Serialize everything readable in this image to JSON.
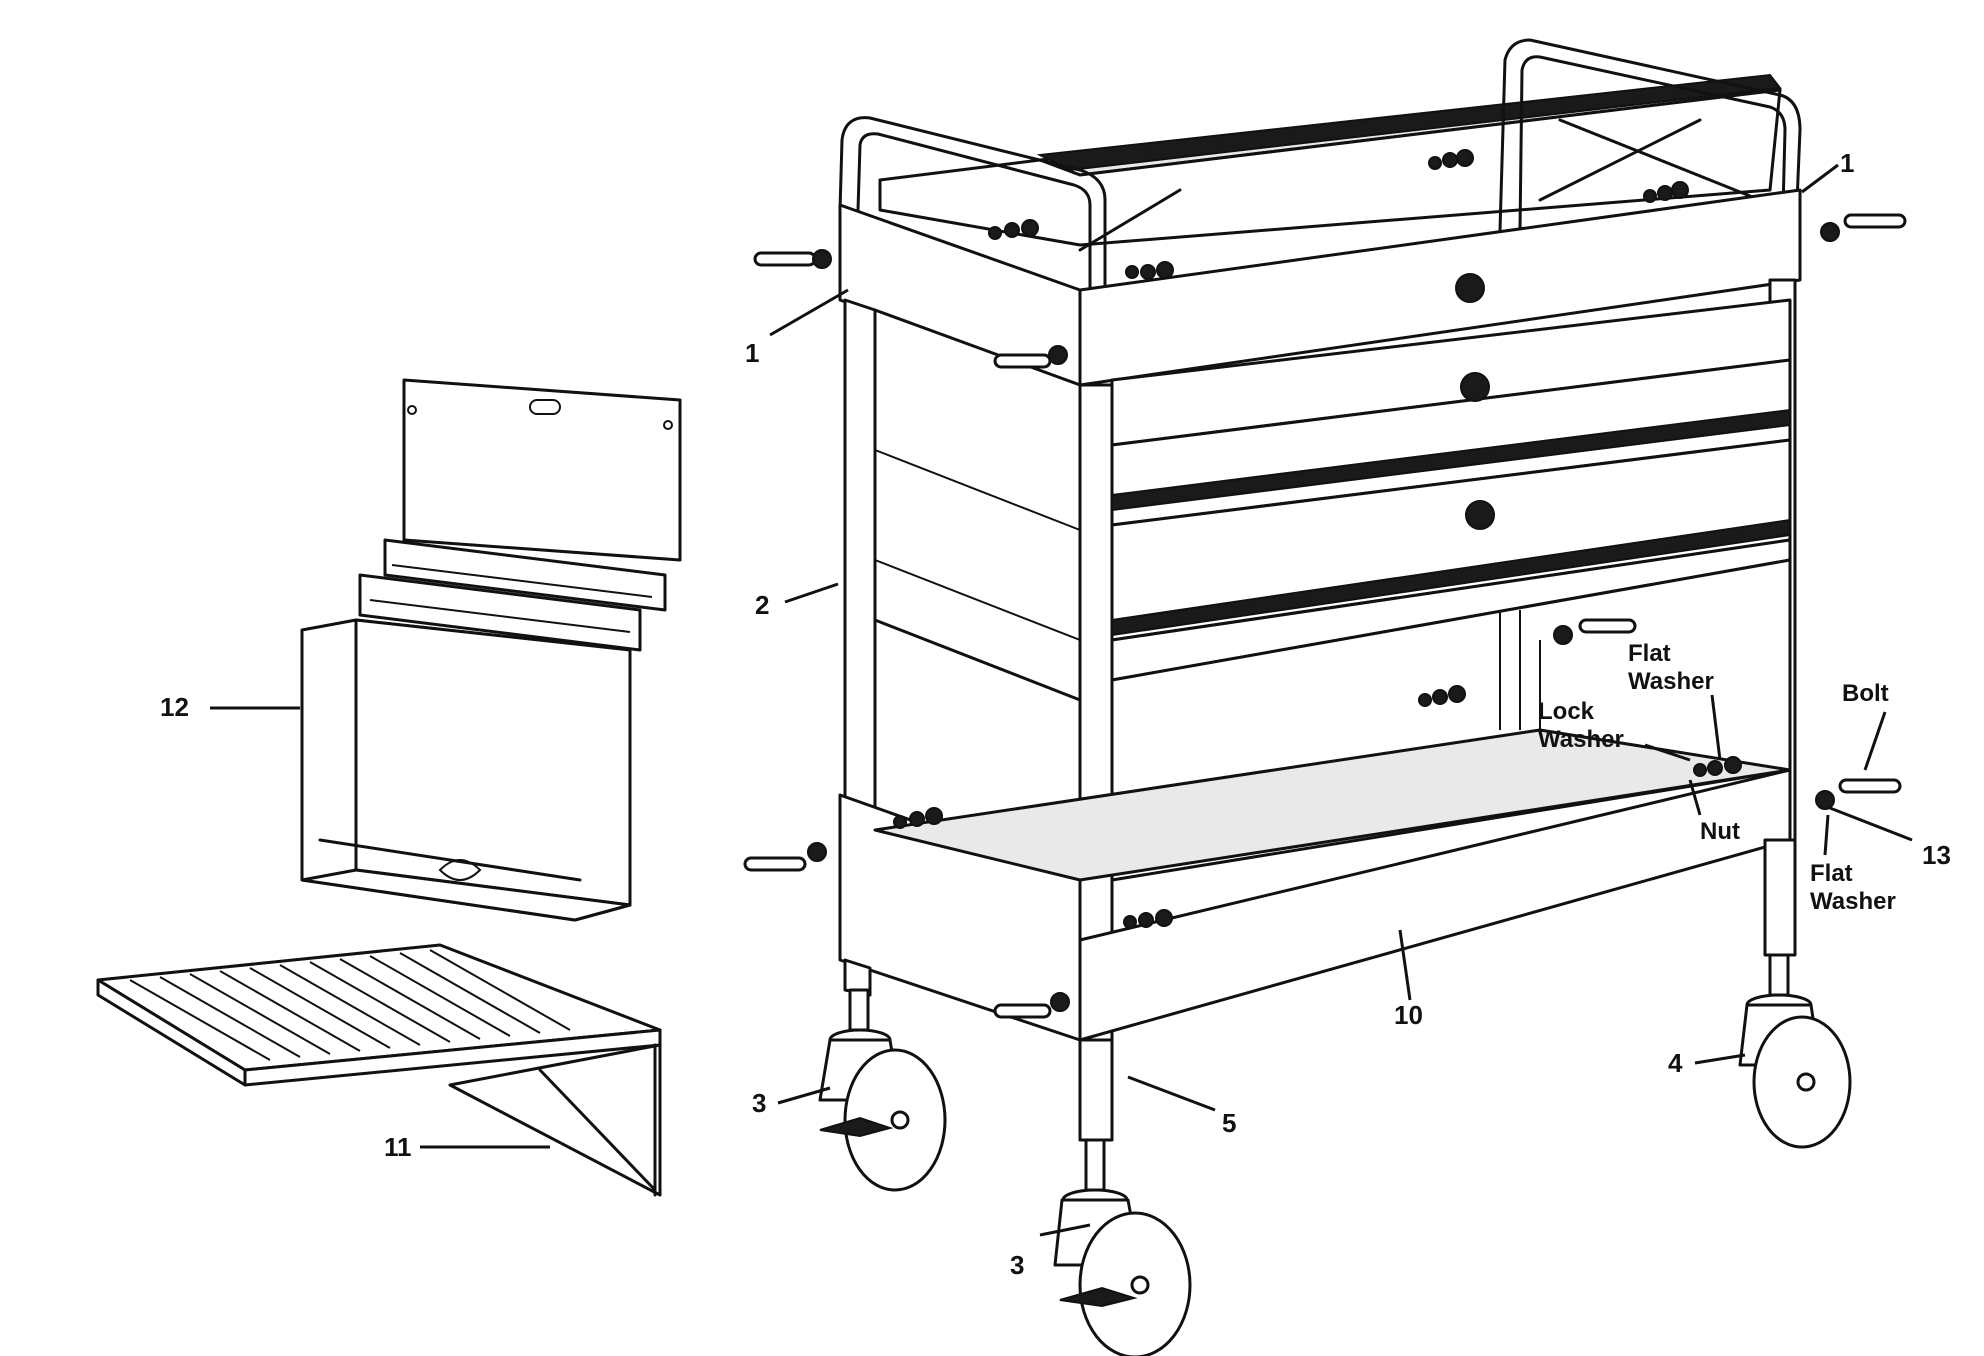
{
  "callouts": {
    "p1_left": "1",
    "p1_right": "1",
    "p2": "2",
    "p3_left": "3",
    "p3_front": "3",
    "p4": "4",
    "p5": "5",
    "p10": "10",
    "p11": "11",
    "p12": "12",
    "p13": "13"
  },
  "hardware": {
    "flat_washer_upper_1": "Flat",
    "flat_washer_upper_2": "Washer",
    "lock_washer_1": "Lock",
    "lock_washer_2": "Washer",
    "nut": "Nut",
    "bolt": "Bolt",
    "flat_washer_lower_1": "Flat",
    "flat_washer_lower_2": "Washer"
  }
}
